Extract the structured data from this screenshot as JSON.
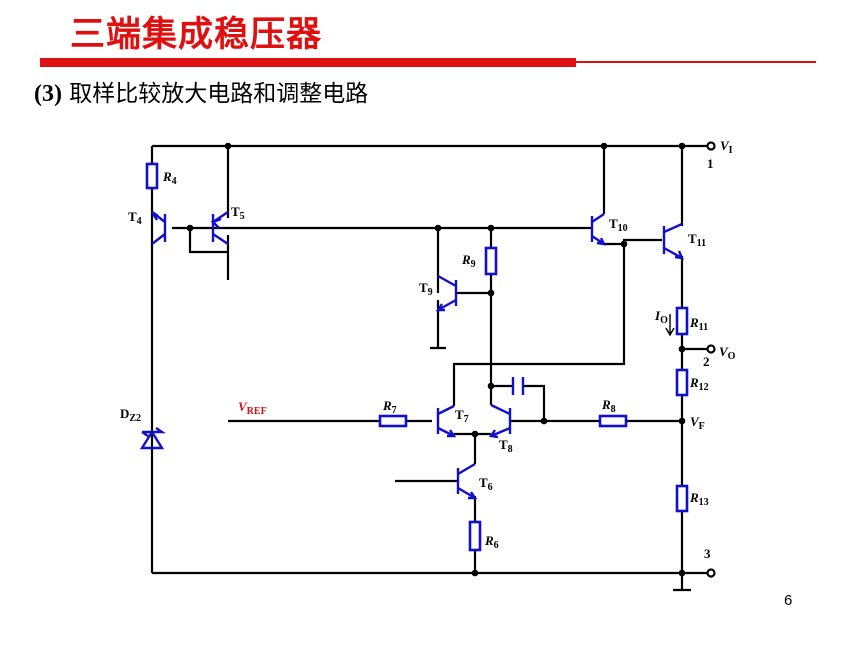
{
  "slide": {
    "title": "三端集成稳压器",
    "subtitle_number": "(3)",
    "subtitle_text": "取样比较放大电路和调整电路",
    "page_number": "6"
  },
  "colors": {
    "title": "#e01010",
    "rule": "#dd1111",
    "components": "#1010cc",
    "wires": "#000000",
    "reference_label": "#cc1111"
  },
  "circuit": {
    "transistors": [
      "T4",
      "T5",
      "T6",
      "T7",
      "T8",
      "T9",
      "T10",
      "T11"
    ],
    "resistors": [
      "R4",
      "R6",
      "R7",
      "R8",
      "R9",
      "R11",
      "R12",
      "R13"
    ],
    "zener_diode": "DZ2",
    "capacitor": "C",
    "signals": [
      "VREF",
      "VF",
      "IO",
      "VI",
      "VO"
    ],
    "terminals": [
      {
        "number": "1",
        "signal": "VI"
      },
      {
        "number": "2",
        "signal": "VO"
      },
      {
        "number": "3",
        "signal": ""
      }
    ]
  }
}
